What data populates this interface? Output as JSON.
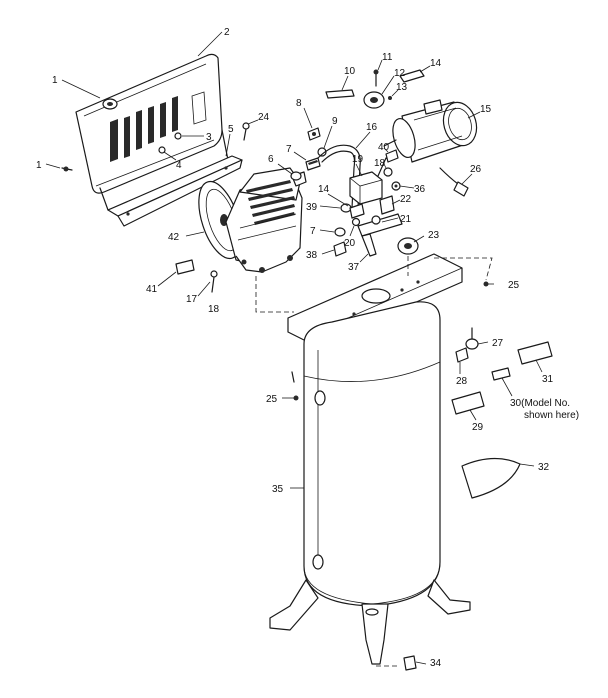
{
  "callouts": [
    {
      "id": "c1a",
      "text": "1"
    },
    {
      "id": "c2",
      "text": "2"
    },
    {
      "id": "c1b",
      "text": "1"
    },
    {
      "id": "c3",
      "text": "3"
    },
    {
      "id": "c4",
      "text": "4"
    },
    {
      "id": "c5",
      "text": "5"
    },
    {
      "id": "c24",
      "text": "24"
    },
    {
      "id": "c6",
      "text": "6"
    },
    {
      "id": "c7a",
      "text": "7"
    },
    {
      "id": "c8",
      "text": "8"
    },
    {
      "id": "c9",
      "text": "9"
    },
    {
      "id": "c10",
      "text": "10"
    },
    {
      "id": "c11",
      "text": "11"
    },
    {
      "id": "c12",
      "text": "12"
    },
    {
      "id": "c13",
      "text": "13"
    },
    {
      "id": "c14a",
      "text": "14"
    },
    {
      "id": "c15",
      "text": "15"
    },
    {
      "id": "c16",
      "text": "16"
    },
    {
      "id": "c19",
      "text": "19"
    },
    {
      "id": "c40",
      "text": "40"
    },
    {
      "id": "c18a",
      "text": "18"
    },
    {
      "id": "c26",
      "text": "26"
    },
    {
      "id": "c36",
      "text": "36"
    },
    {
      "id": "c14b",
      "text": "14"
    },
    {
      "id": "c22",
      "text": "22"
    },
    {
      "id": "c39",
      "text": "39"
    },
    {
      "id": "c21",
      "text": "21"
    },
    {
      "id": "c7b",
      "text": "7"
    },
    {
      "id": "c20",
      "text": "20"
    },
    {
      "id": "c23",
      "text": "23"
    },
    {
      "id": "c42",
      "text": "42"
    },
    {
      "id": "c38",
      "text": "38"
    },
    {
      "id": "c37",
      "text": "37"
    },
    {
      "id": "c25a",
      "text": "25"
    },
    {
      "id": "c41",
      "text": "41"
    },
    {
      "id": "c17",
      "text": "17"
    },
    {
      "id": "c18b",
      "text": "18"
    },
    {
      "id": "c27",
      "text": "27"
    },
    {
      "id": "c28",
      "text": "28"
    },
    {
      "id": "c31",
      "text": "31"
    },
    {
      "id": "c25b",
      "text": "25"
    },
    {
      "id": "c30",
      "text": "30(Model No."
    },
    {
      "id": "c30b",
      "text": "shown here)"
    },
    {
      "id": "c29",
      "text": "29"
    },
    {
      "id": "c32",
      "text": "32"
    },
    {
      "id": "c35",
      "text": "35"
    },
    {
      "id": "c34",
      "text": "34"
    }
  ]
}
